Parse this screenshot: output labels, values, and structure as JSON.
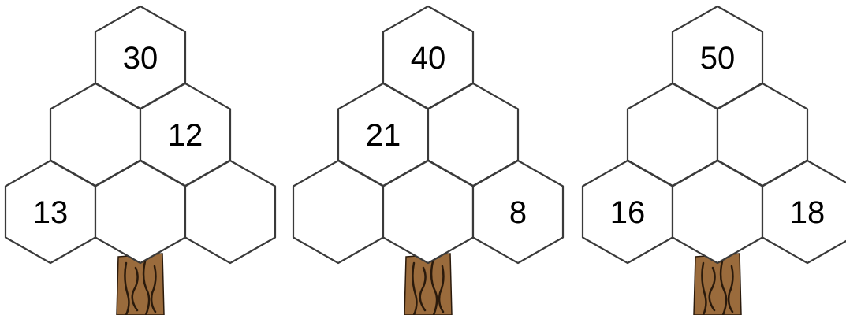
{
  "trees": [
    {
      "cells": [
        {
          "row": 0,
          "col": 0,
          "value": "30"
        },
        {
          "row": 1,
          "col": 0,
          "value": ""
        },
        {
          "row": 1,
          "col": 1,
          "value": "12"
        },
        {
          "row": 2,
          "col": 0,
          "value": "13"
        },
        {
          "row": 2,
          "col": 1,
          "value": ""
        },
        {
          "row": 2,
          "col": 2,
          "value": ""
        }
      ]
    },
    {
      "cells": [
        {
          "row": 0,
          "col": 0,
          "value": "40"
        },
        {
          "row": 1,
          "col": 0,
          "value": "21"
        },
        {
          "row": 1,
          "col": 1,
          "value": ""
        },
        {
          "row": 2,
          "col": 0,
          "value": ""
        },
        {
          "row": 2,
          "col": 1,
          "value": ""
        },
        {
          "row": 2,
          "col": 2,
          "value": "8"
        }
      ]
    },
    {
      "cells": [
        {
          "row": 0,
          "col": 0,
          "value": "50"
        },
        {
          "row": 1,
          "col": 0,
          "value": ""
        },
        {
          "row": 1,
          "col": 1,
          "value": ""
        },
        {
          "row": 2,
          "col": 0,
          "value": "16"
        },
        {
          "row": 2,
          "col": 1,
          "value": ""
        },
        {
          "row": 2,
          "col": 2,
          "value": "18"
        }
      ]
    }
  ],
  "colors": {
    "cell_fill": "#ffffff",
    "cell_stroke": "#3a3a3a",
    "trunk": "#9a6b3c",
    "trunk_grain": "#2a1a0c",
    "number": "#000000"
  }
}
